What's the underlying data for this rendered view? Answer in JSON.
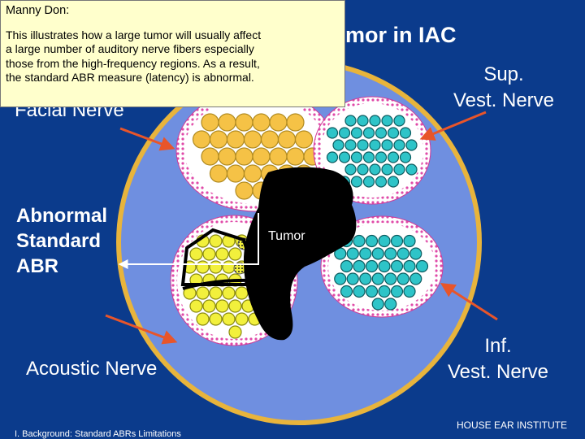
{
  "slide": {
    "title": "mor in IAC",
    "labels": {
      "facial": "Facial Nerve",
      "sup_line1": "Sup.",
      "sup_line2": "Vest. Nerve",
      "abnormal_line1": "Abnormal",
      "abnormal_line2": "Standard",
      "abnormal_line3": "ABR",
      "tumor": "Tumor",
      "acoustic": "Acoustic Nerve",
      "inf_line1": "Inf.",
      "inf_line2": "Vest. Nerve"
    },
    "footer_left": "I. Background: Standard ABRs Limitations",
    "footer_right": "HOUSE  EAR  INSTITUTE"
  },
  "note": {
    "author": "Manny Don:",
    "lines": [
      "This illustrates how a large tumor will usually affect",
      "a large number of auditory nerve fibers especially",
      "those from the high-frequency regions.  As a result,",
      "the standard ABR measure (latency) is abnormal."
    ]
  },
  "colors": {
    "background": "#0b3b8c",
    "iac_fill": "#6f8fe0",
    "iac_border": "#e8b43c",
    "bundle_fill": "#ffffff",
    "facial_fibers": "#f5c246",
    "vestibular_fibers": "#2ec4c8",
    "acoustic_fibers": "#f2f03c",
    "tumor": "#000000",
    "arrow_orange": "#e8552a",
    "note_bg": "#ffffcc"
  }
}
